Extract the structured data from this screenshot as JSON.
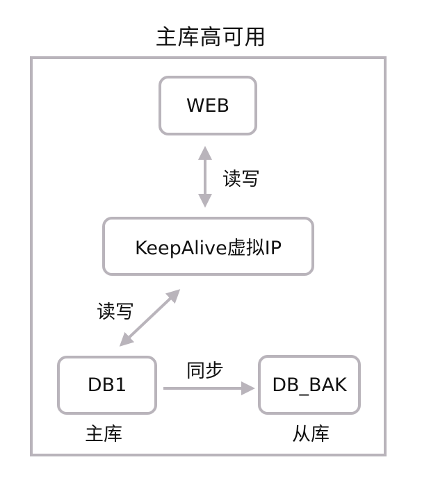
{
  "title": "主库高可用",
  "nodes": {
    "web": "WEB",
    "keepalive": "KeepAlive虚拟IP",
    "db1": "DB1",
    "db_bak": "DB_BAK"
  },
  "edge_labels": {
    "web_keepalive": "读写",
    "keepalive_db1": "读写",
    "db1_dbbak": "同步"
  },
  "node_captions": {
    "db1": "主库",
    "db_bak": "从库"
  },
  "colors": {
    "border": "#b9b4bb",
    "arrow": "#b9b4bb",
    "text": "#111111",
    "background": "#ffffff"
  }
}
